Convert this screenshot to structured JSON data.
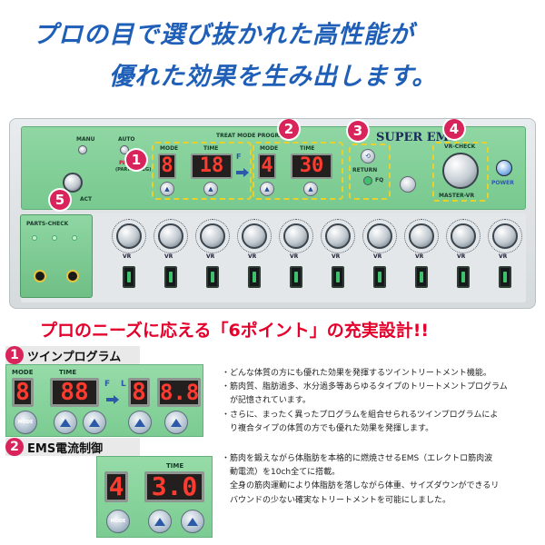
{
  "headline": {
    "line1": "プロの目で選び抜かれた高性能が",
    "line2": "優れた効果を生み出します。"
  },
  "panel": {
    "brand": "SUPER EMS",
    "treat_mode": "TREAT MODE PROGRAM",
    "manu": "MANU",
    "auto": "AUTO",
    "mode": "MODE",
    "time": "TIME",
    "parts_label": "PARTS-K",
    "parts_sub": "(PARTS-DEEG)",
    "lcd1_mode": "8",
    "lcd1_time": "18",
    "arrow_f": "F",
    "lcd2_mode": "4",
    "lcd2_time": "30",
    "return_label": "RETURN",
    "fq_label": "FQ",
    "vr_check": "VR-CHECK",
    "master_vr": "MASTER-VR",
    "power": "POWER",
    "act": "ACT",
    "parts_check": "PARTS-CHECK",
    "badges": [
      "1",
      "2",
      "3",
      "4",
      "5"
    ],
    "vr_labels": [
      "VR",
      "VR",
      "VR",
      "VR",
      "VR",
      "VR",
      "VR",
      "VR",
      "VR",
      "VR"
    ]
  },
  "mid_headline": "プロのニーズに応える「6ポイント」の充実設計!!",
  "features": [
    {
      "badge": "1",
      "title": "ツインプログラム",
      "crop": {
        "mode": "MODE",
        "time": "TIME",
        "lcd_mode": "8",
        "lcd_time": "88",
        "f": "F",
        "l": "L",
        "lcd_mode2": "8",
        "lcd_time2": "8.8",
        "mode_btn": "MODE"
      },
      "desc": [
        "・どんな体質の方にも優れた効果を発揮するツイントリートメント機能。",
        "・筋肉質、脂肪過多、水分過多等あらゆるタイプのトリートメントプログラム",
        "　が記憶されています。",
        "・さらに、まったく異ったプログラムを組合せられるツインプログラムによ",
        "　り複合タイプの体質の方でも優れた効果を発揮します。"
      ]
    },
    {
      "badge": "2",
      "title": "EMS電流制御",
      "crop": {
        "time": "TIME",
        "lcd_mode": "4",
        "lcd_time": "3.0",
        "mode_btn": "MODE"
      },
      "desc": [
        "・筋肉を鍛えながら体脂肪を本格的に燃焼させるEMS（エレクトロ筋肉波",
        "　動電流）を10ch全てに搭載。",
        "　全身の筋肉運動により体脂肪を落しながら体重、サイズダウンができるリ",
        "　バウンドの少ない確実なトリートメントを可能にしました。"
      ]
    }
  ],
  "colors": {
    "headline_blue": "#1f5fb8",
    "mid_red": "#e4002b",
    "badge_pink": "#d8245a",
    "panel_green": "#8fd6a3",
    "lcd_red": "#ff3b2f",
    "dash_yellow": "#e9d12c"
  }
}
